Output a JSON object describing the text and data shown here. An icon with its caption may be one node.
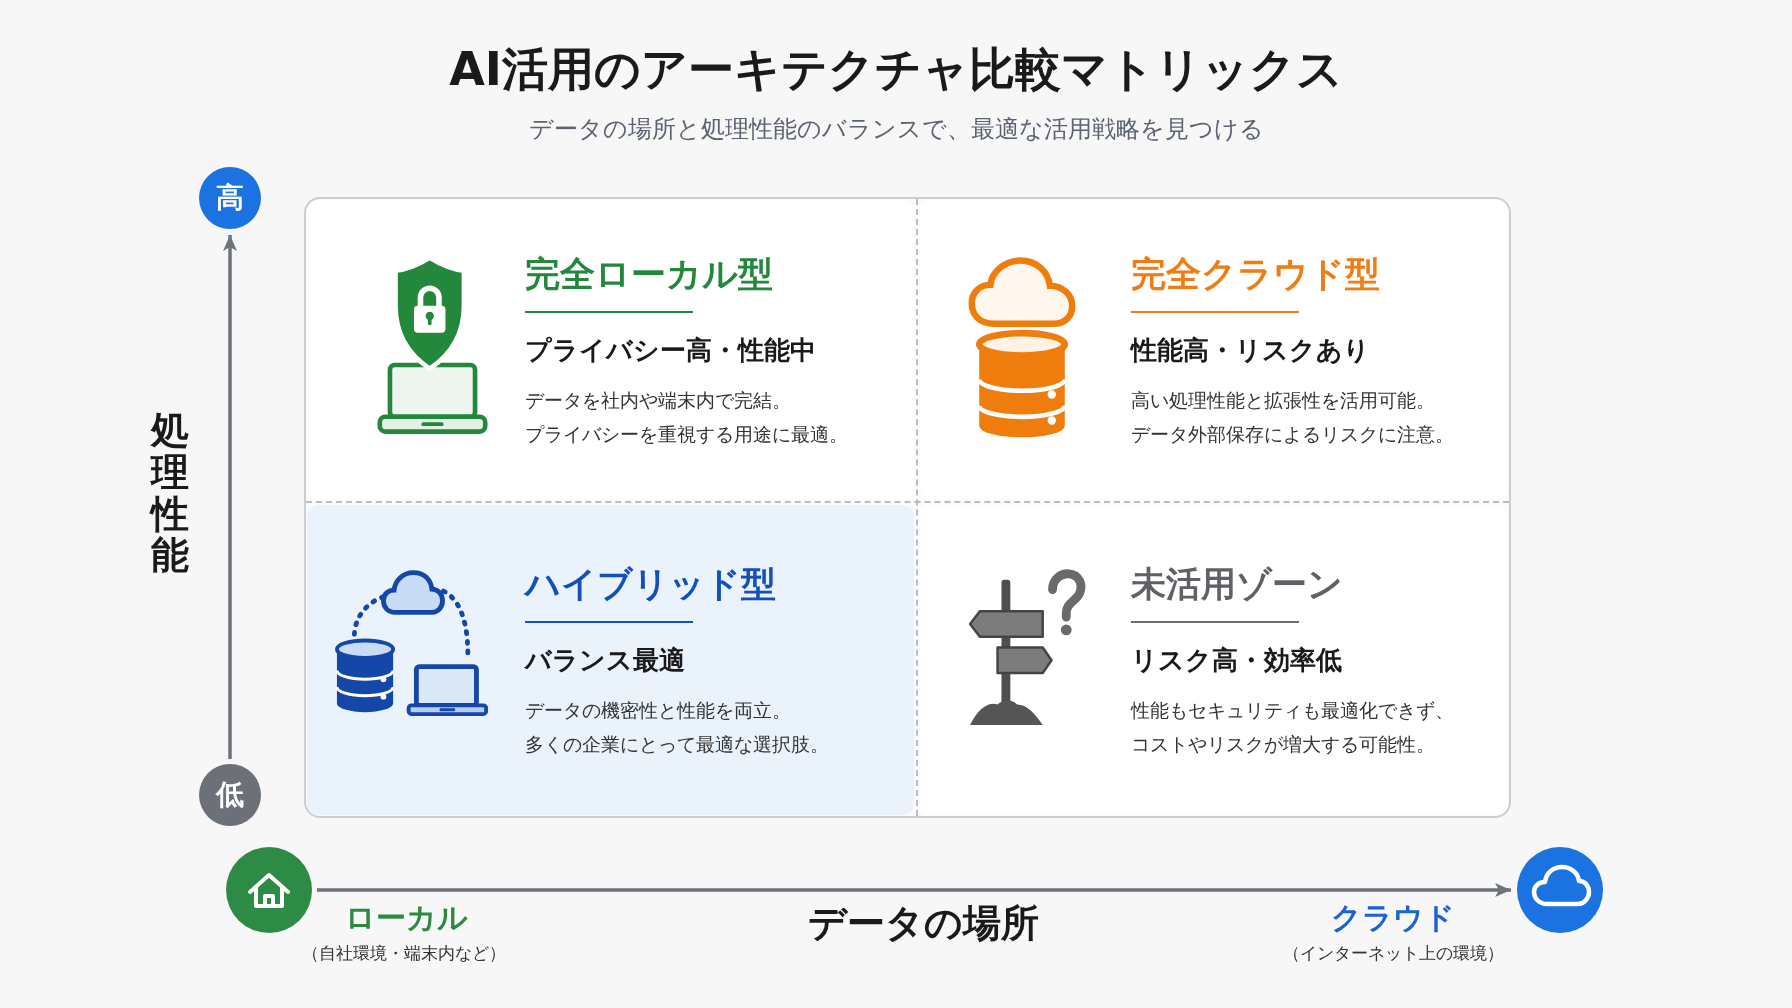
{
  "diagram": {
    "title": "AI活用のアーキテクチャ比較マトリックス",
    "nodes": [
      {
        "text": [
          "高"
        ]
      },
      {
        "text": [
          "完全ローカル型",
          "プライバシー高・性能中",
          "データを社内や端末内で完結。",
          "プライバシーを重視する用途に最適。"
        ]
      },
      {
        "text": [
          "完全クラウド型",
          "性能高・リスクあり",
          "高い処理性能と拡張性を活用可能。",
          "データ外部保存によるリスクに注意。"
        ]
      },
      {
        "text": [
          "ハイブリッド型",
          "バランス最適",
          "データの機密性と性能を両立。",
          "多くの企業にとって最適な選択肢。"
        ]
      },
      {
        "text": [
          "未活用ゾーン",
          "リスク高・効率低",
          "性能もセキュリティも最適化できず、コストやリスクが増大する可能性。"
        ]
      },
      {
        "text": [
          "低"
        ]
      },
      {
        "text": [],
        "shape": "circle",
        "beside": [
          "ローカル",
          "（自社環境・端末内など）"
        ]
      },
      {
        "text": [],
        "shape": "circle",
        "beside": [
          "クラウド",
          "（インターネット上の環境）"
        ]
      }
    ],
    "edges": [
      {
        "from": 5,
        "to": 0,
        "arrow": "to"
      },
      {
        "from": 6,
        "to": 7,
        "arrow": "to"
      }
    ],
    "labels": [
      "データの場所と処理性能のバランスで、最適な活用戦略を見つける",
      "処理性能",
      "データの場所"
    ]
  }
}
